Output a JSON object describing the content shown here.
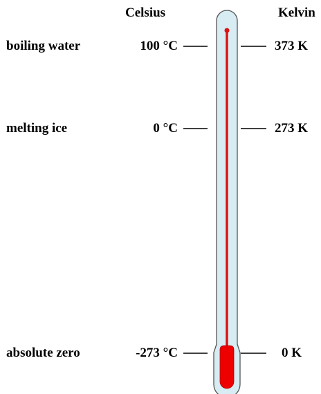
{
  "headers": {
    "celsius": "Celsius",
    "kelvin": "Kelvin"
  },
  "rows": [
    {
      "label": "boiling water",
      "celsius": "100 °C",
      "kelvin": "373 K"
    },
    {
      "label": "melting ice",
      "celsius": "0 °C",
      "kelvin": "273 K"
    },
    {
      "label": "absolute zero",
      "celsius": "-273 °C",
      "kelvin": "0 K"
    }
  ],
  "colors": {
    "tube_fill": "#d7ecf3",
    "tube_stroke": "#555555",
    "mercury": "#dd1111",
    "tick": "#000000"
  }
}
